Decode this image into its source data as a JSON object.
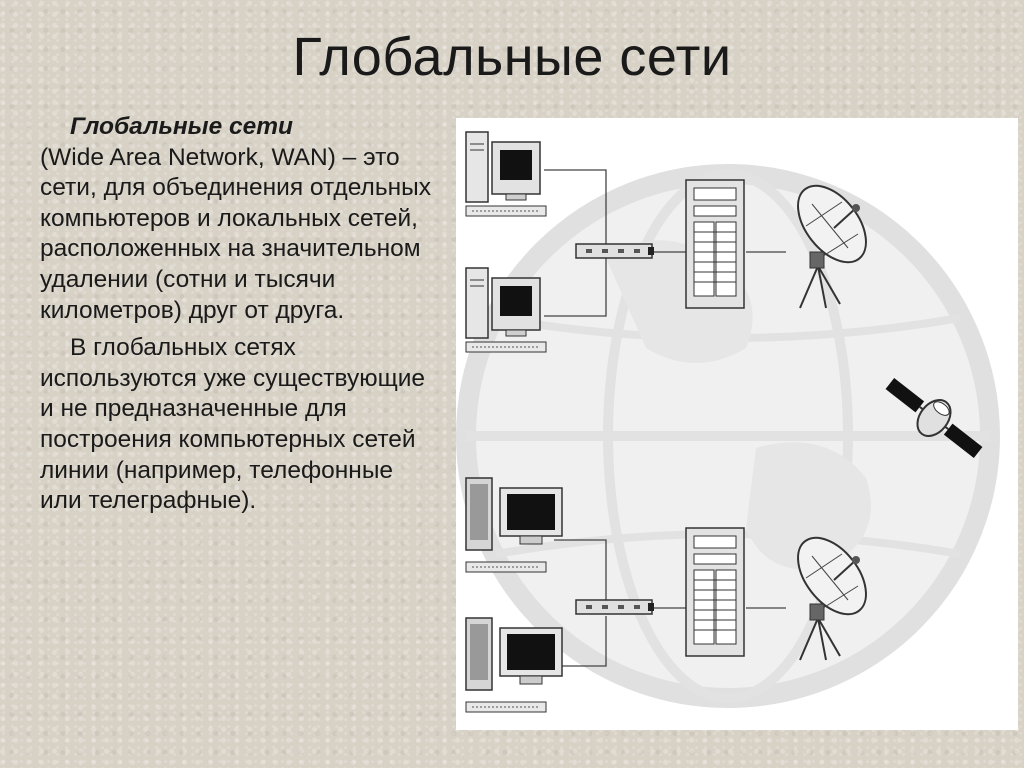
{
  "slide": {
    "title": "Глобальные сети",
    "paragraph1": {
      "term": "Глобальные сети",
      "body": "(Wide Area Network, WAN) – это сети, для объединения отдельных компьютеров и локальных сетей, расположенных на значительном удалении (сотни и тысячи километров) друг от друга."
    },
    "paragraph2": "В глобальных сетях используются уже существующие и не предназначенные для построения компьютерных сетей линии (например, телефонные или телеграфные)."
  },
  "diagram": {
    "icons": [
      "globe-icon",
      "computer-icon",
      "hub-icon",
      "server-icon",
      "satellite-dish-icon",
      "satellite-icon"
    ],
    "colors": {
      "device_gray": "#d9d9d9",
      "outline": "#333333",
      "globe": "#ececec"
    }
  }
}
